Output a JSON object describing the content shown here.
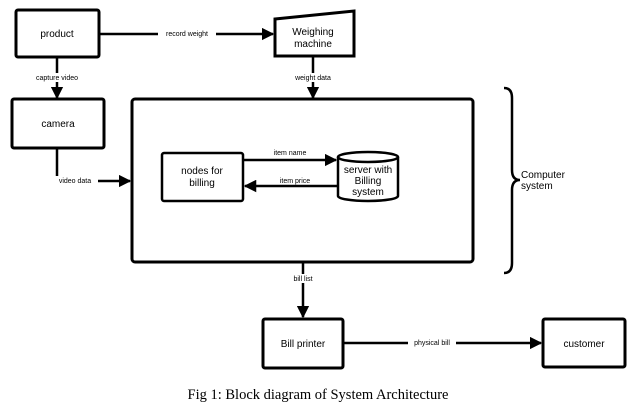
{
  "nodes": {
    "product": "product",
    "weighing_line1": "Weighing",
    "weighing_line2": "machine",
    "camera": "camera",
    "nodes_line1": "nodes for",
    "nodes_line2": "billing",
    "server_line1": "server with",
    "server_line2": "Billing",
    "server_line3": "system",
    "bill_printer": "Bill printer",
    "customer": "customer"
  },
  "edges": {
    "record_weight": "record weight",
    "capture_video": "capture video",
    "weight_data": "weight data",
    "video_data": "video data",
    "item_name": "item name",
    "item_price": "item price",
    "bill_list": "bill list",
    "physical_bill": "physical bill"
  },
  "group": {
    "line1": "Computer",
    "line2": "system"
  },
  "caption": "Fig 1: Block diagram of System Architecture"
}
